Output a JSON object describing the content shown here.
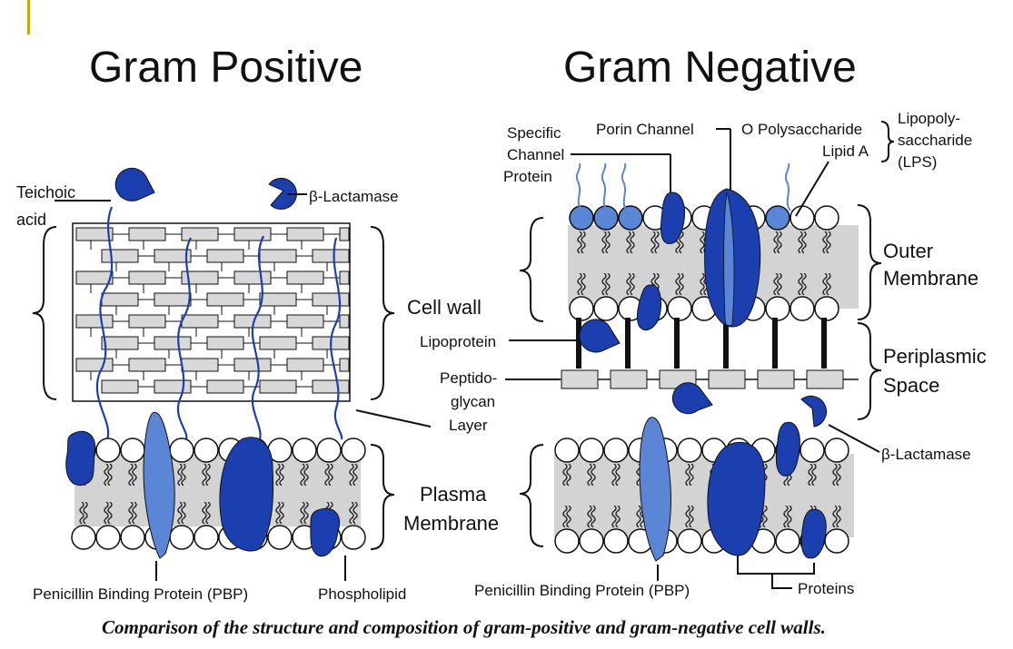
{
  "titles": {
    "left": "Gram Positive",
    "right": "Gram Negative"
  },
  "gram_positive": {
    "teichoic_line1": "Teichoic",
    "teichoic_line2": "acid",
    "beta_lactamase": "β-Lactamase",
    "cell_wall": "Cell wall",
    "plasma_line1": "Plasma",
    "plasma_line2": "Membrane",
    "pbp": "Penicillin Binding Protein (PBP)",
    "phospholipid": "Phospholipid"
  },
  "gram_negative": {
    "specific_line1": "Specific",
    "specific_line2": "Channel",
    "specific_line3": "Protein",
    "porin": "Porin Channel",
    "o_poly": "O Polysaccharide",
    "lipid_a": "Lipid A",
    "lps_line1": "Lipopoly-",
    "lps_line2": "saccharide",
    "lps_line3": "(LPS)",
    "outer_line1": "Outer",
    "outer_line2": "Membrane",
    "lipoprotein": "Lipoprotein",
    "peptido_line1": "Peptido-",
    "peptido_line2": "glycan",
    "peptido_line3": "Layer",
    "peri_line1": "Periplasmic",
    "peri_line2": "Space",
    "beta_lactamase": "β-Lactamase",
    "pbp": "Penicillin Binding Protein (PBP)",
    "proteins": "Proteins"
  },
  "caption": "Comparison of the structure and composition of gram-positive and gram-negative cell walls.",
  "colors": {
    "protein_dark": "#1c3fb0",
    "protein_light": "#5b86d6",
    "membrane_band": "#d3d3d3",
    "brick": "#d8d8d8",
    "accent_bar": "#c8a800"
  }
}
